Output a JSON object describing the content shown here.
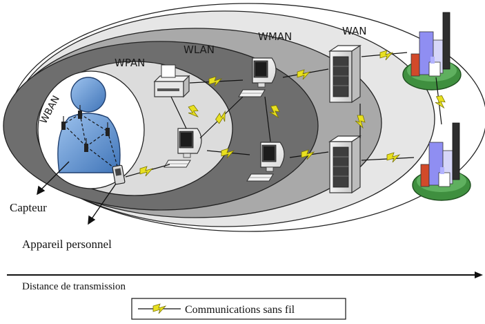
{
  "zones": {
    "wban": "WBAN",
    "wpan": "WPAN",
    "wlan": "WLAN",
    "wman": "WMAN",
    "wan": "WAN"
  },
  "annotations": {
    "sensor": "Capteur",
    "personal_device": "Appareil personnel"
  },
  "axis": {
    "label": "Distance de transmission"
  },
  "legend": {
    "label": "Communications sans fil"
  },
  "colors": {
    "zone_outer": "#ffffff",
    "zone_wan": "#e6e6e6",
    "zone_wman": "#a9a9a9",
    "zone_wlan": "#6e6e6e",
    "zone_wpan": "#dcdcdc",
    "zone_wban": "#ffffff",
    "person": "#5b8fcf",
    "wireless_bolt": "#e8e020",
    "city_base": "#3f8f3f"
  }
}
